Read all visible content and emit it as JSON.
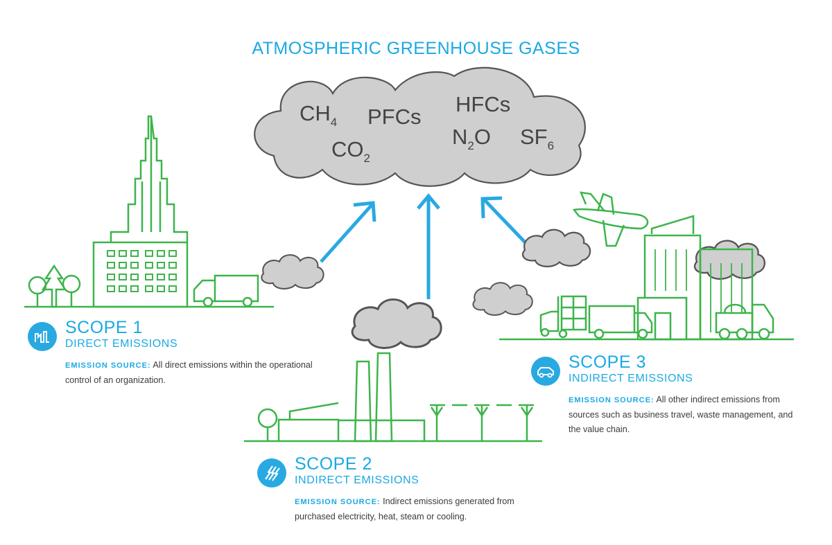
{
  "title": "ATMOSPHERIC GREENHOUSE GASES",
  "gases": {
    "ch4": {
      "base": "CH",
      "sub": "4"
    },
    "pfcs": {
      "base": "PFCs"
    },
    "co2": {
      "base": "CO",
      "sub": "2"
    },
    "hfcs": {
      "base": "HFCs"
    },
    "n2o": {
      "base": "N",
      "sub": "2",
      "rest": "O"
    },
    "sf6": {
      "base": "SF",
      "sub": "6"
    }
  },
  "scopes": [
    {
      "title": "SCOPE 1",
      "subtitle": "DIRECT EMISSIONS",
      "source_label": "EMISSION SOURCE:",
      "description": "All direct emissions within the operational control of an organization."
    },
    {
      "title": "SCOPE 2",
      "subtitle": "INDIRECT EMISSIONS",
      "source_label": "EMISSION SOURCE:",
      "description": "Indirect emissions generated from purchased electricity, heat, steam or cooling."
    },
    {
      "title": "SCOPE 3",
      "subtitle": "INDIRECT EMISSIONS",
      "source_label": "EMISSION SOURCE:",
      "description": "All other indirect emissions from sources such as business travel, waste management, and the value chain."
    }
  ],
  "colors": {
    "accent": "#1aa9e3",
    "icon_bg": "#29a9e1",
    "outline_green": "#3cb44a",
    "cloud_fill": "#cfcfcf",
    "cloud_stroke": "#555555",
    "gas_text": "#444444"
  },
  "icons": [
    "factory-icon",
    "lightning-icon",
    "car-icon"
  ]
}
